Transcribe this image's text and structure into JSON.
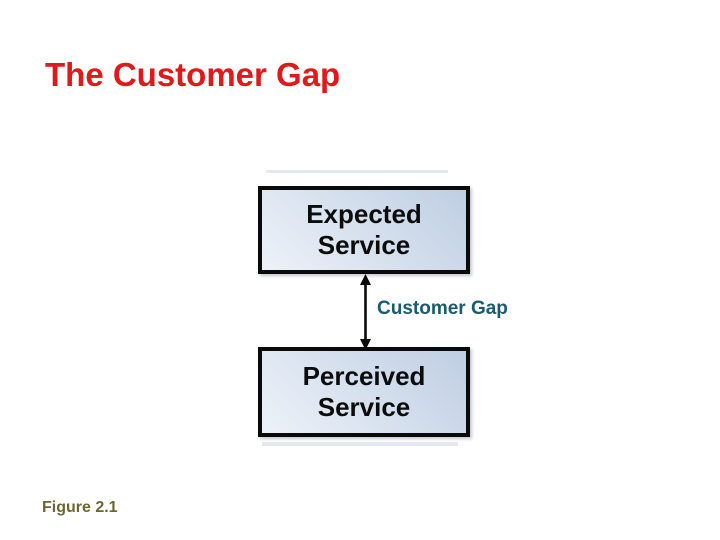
{
  "slide": {
    "title": "The Customer Gap",
    "figure_label": "Figure 2.1",
    "colors": {
      "background": "#ffffff",
      "title_red": "#e11919",
      "gap_label_teal": "#1a5b70",
      "figure_label_olive": "#6d672e",
      "box_border": "#0a0a0a",
      "box_fill_dark": "#bfcee3",
      "box_fill_light": "#eef2f9",
      "box_text": "#0c0c0c"
    },
    "diagram": {
      "boxes": [
        {
          "id": "expected-service",
          "lines": [
            "Expected",
            "Service"
          ]
        },
        {
          "id": "perceived-service",
          "lines": [
            "Perceived",
            "Service"
          ]
        }
      ],
      "connector": {
        "type": "double-headed-vertical-arrow",
        "label": "Customer Gap"
      }
    }
  }
}
